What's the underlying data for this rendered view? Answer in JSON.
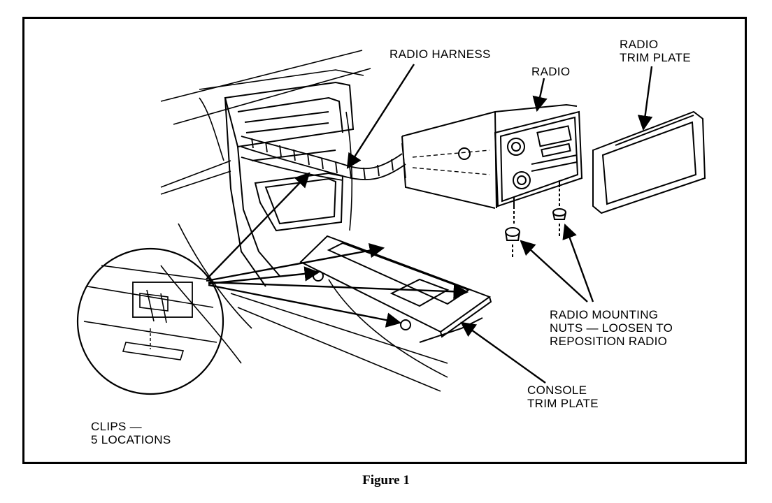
{
  "labels": {
    "radio_harness": "RADIO HARNESS",
    "radio": "RADIO",
    "radio_trim_plate": [
      "RADIO",
      "TRIM PLATE"
    ],
    "radio_mounting_nuts": [
      "RADIO MOUNTING",
      "NUTS — LOOSEN TO",
      "REPOSITION RADIO"
    ],
    "console_trim_plate": [
      "CONSOLE",
      "TRIM PLATE"
    ],
    "clips": [
      "CLIPS —",
      "5 LOCATIONS"
    ]
  },
  "caption": "Figure 1"
}
